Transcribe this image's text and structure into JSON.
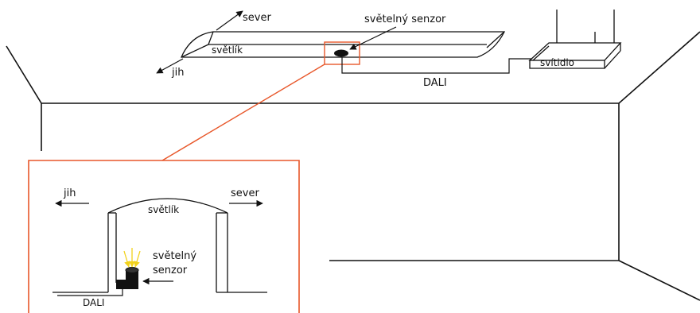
{
  "labels": {
    "north_top": "sever",
    "south_top": "jih",
    "skylight_top": "světlík",
    "light_sensor_top": "světelný senzor",
    "luminaire": "svítidlo",
    "dali_top": "DALI",
    "south_detail": "jih",
    "north_detail": "sever",
    "skylight_detail": "světlík",
    "sensor_detail_line1": "světelný",
    "sensor_detail_line2": "senzor",
    "dali_detail": "DALI"
  },
  "colors": {
    "line": "#111111",
    "highlight": "#e8572a",
    "light_rays": "#f2d21b"
  }
}
